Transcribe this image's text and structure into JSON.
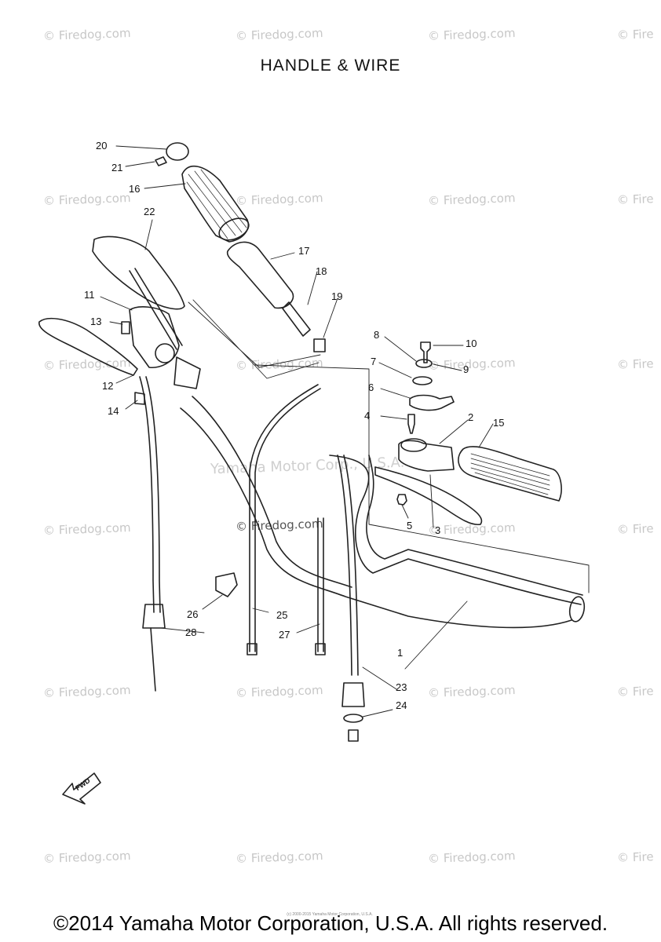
{
  "title": "HANDLE & WIRE",
  "watermark": "© Firedog.com",
  "watermark_short": "© Fire",
  "center_watermark": "Yamaha Motor Corp., U.S.A.",
  "fine_print": "(c) 2000-2015 Yamaha Motor Corporation, U.S.A.",
  "copyright": "©2014 Yamaha Motor Corporation, U.S.A. All rights reserved.",
  "fwd_label": "FWD",
  "parts": [
    "1",
    "2",
    "3",
    "4",
    "5",
    "6",
    "7",
    "8",
    "9",
    "10",
    "11",
    "12",
    "13",
    "14",
    "15",
    "16",
    "17",
    "18",
    "19",
    "20",
    "21",
    "22",
    "23",
    "24",
    "25",
    "26",
    "27",
    "28"
  ]
}
